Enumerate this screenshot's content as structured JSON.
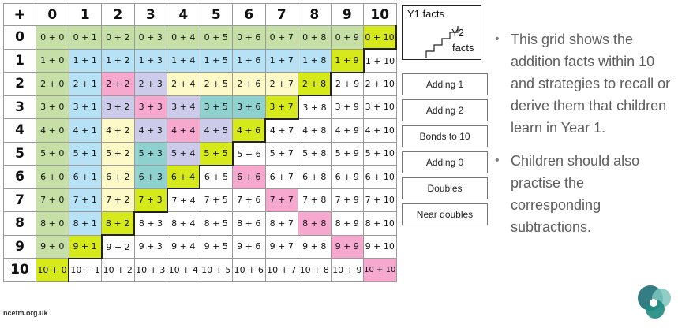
{
  "grid": {
    "corner": "+",
    "headers": [
      "0",
      "1",
      "2",
      "3",
      "4",
      "5",
      "6",
      "7",
      "8",
      "9",
      "10"
    ],
    "rows": [
      {
        "label": "0",
        "cells": [
          "0 + 0",
          "0 + 1",
          "0 + 2",
          "0 + 3",
          "0 + 4",
          "0 + 5",
          "0 + 6",
          "0 + 7",
          "0 + 8",
          "0 + 9",
          "0 + 10"
        ]
      },
      {
        "label": "1",
        "cells": [
          "1 + 0",
          "1 + 1",
          "1 + 2",
          "1 + 3",
          "1 + 4",
          "1 + 5",
          "1 + 6",
          "1 + 7",
          "1 + 8",
          "1 + 9",
          "1 + 10"
        ]
      },
      {
        "label": "2",
        "cells": [
          "2 + 0",
          "2 + 1",
          "2 + 2",
          "2 + 3",
          "2 + 4",
          "2 + 5",
          "2 + 6",
          "2 + 7",
          "2 + 8",
          "2 + 9",
          "2 + 10"
        ]
      },
      {
        "label": "3",
        "cells": [
          "3 + 0",
          "3 + 1",
          "3 + 2",
          "3 + 3",
          "3 + 4",
          "3 + 5",
          "3 + 6",
          "3 + 7",
          "3 + 8",
          "3 + 9",
          "3 + 10"
        ]
      },
      {
        "label": "4",
        "cells": [
          "4 + 0",
          "4 + 1",
          "4 + 2",
          "4 + 3",
          "4 + 4",
          "4 + 5",
          "4 + 6",
          "4 + 7",
          "4 + 8",
          "4 + 9",
          "4 + 10"
        ]
      },
      {
        "label": "5",
        "cells": [
          "5 + 0",
          "5 + 1",
          "5 + 2",
          "5 + 3",
          "5 + 4",
          "5 + 5",
          "5 + 6",
          "5 + 7",
          "5 + 8",
          "5 + 9",
          "5 + 10"
        ]
      },
      {
        "label": "6",
        "cells": [
          "6 + 0",
          "6 + 1",
          "6 + 2",
          "6 + 3",
          "6 + 4",
          "6 + 5",
          "6 + 6",
          "6 + 7",
          "6 + 8",
          "6 + 9",
          "6 + 10"
        ]
      },
      {
        "label": "7",
        "cells": [
          "7 + 0",
          "7 + 1",
          "7 + 2",
          "7 + 3",
          "7 + 4",
          "7 + 5",
          "7 + 6",
          "7 + 7",
          "7 + 8",
          "7 + 9",
          "7 + 10"
        ]
      },
      {
        "label": "8",
        "cells": [
          "8 + 0",
          "8 + 1",
          "8 + 2",
          "8 + 3",
          "8 + 4",
          "8 + 5",
          "8 + 6",
          "8 + 7",
          "8 + 8",
          "8 + 9",
          "8 + 10"
        ]
      },
      {
        "label": "9",
        "cells": [
          "9 + 0",
          "9 + 1",
          "9 + 2",
          "9 + 3",
          "9 + 4",
          "9 + 5",
          "9 + 6",
          "9 + 7",
          "9 + 8",
          "9 + 9",
          "9 + 10"
        ]
      },
      {
        "label": "10",
        "cells": [
          "10 + 0",
          "10 + 1",
          "10 + 2",
          "10 + 3",
          "10 + 4",
          "10 + 5",
          "10 + 6",
          "10 + 7",
          "10 + 8",
          "10 + 9",
          "10 + 10"
        ]
      }
    ],
    "colors": {
      "adding_0": "#c6dfa7",
      "adding_1": "#b7e2f5",
      "adding_2": "#fdfac8",
      "bonds_to_10": "#d6ea1b",
      "doubles": "#f7a8cf",
      "near_doubles": "#ccccea",
      "adding_2_doubles": "#f7a8cf",
      "near_doubles_plus_1": "#8fd1cf",
      "plain": "#ffffff"
    }
  },
  "key": {
    "y1_label": "Y1 facts",
    "y2_label": "Y2",
    "facts_label": "facts"
  },
  "legend": [
    {
      "label": "Adding 1",
      "color": "#b7e2f5"
    },
    {
      "label": "Adding 2",
      "color": "#fdfac8"
    },
    {
      "label": "Bonds to 10",
      "color": "#d6ea1b"
    },
    {
      "label": "Adding 0",
      "color": "#c6dfa7"
    },
    {
      "label": "Doubles",
      "color": "#f7a8cf"
    },
    {
      "label": "Near doubles",
      "color": "#ccccea"
    }
  ],
  "bullets": [
    "This grid shows the addition facts within 10 and strategies to recall or derive them that children learn in Year 1.",
    "Children should also practise the corresponding subtractions."
  ],
  "footer": "ncetm.org.uk"
}
